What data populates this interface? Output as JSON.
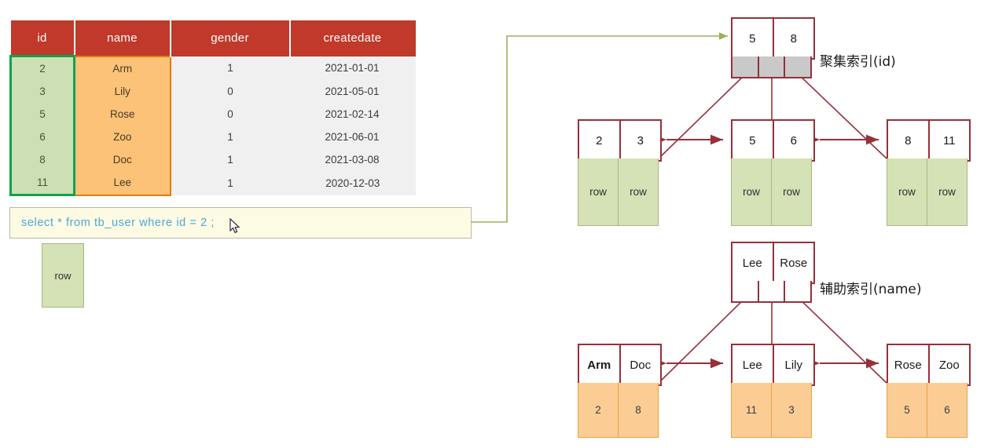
{
  "table": {
    "columns": [
      "id",
      "name",
      "gender",
      "createdate"
    ],
    "rows": [
      [
        "2",
        "Arm",
        "1",
        "2021-01-01"
      ],
      [
        "3",
        "Lily",
        "0",
        "2021-05-01"
      ],
      [
        "5",
        "Rose",
        "0",
        "2021-02-14"
      ],
      [
        "6",
        "Zoo",
        "1",
        "2021-06-01"
      ],
      [
        "8",
        "Doc",
        "1",
        "2021-03-08"
      ],
      [
        "11",
        "Lee",
        "1",
        "2020-12-03"
      ]
    ],
    "highlight_id_color": "#0ea34a",
    "highlight_name_color": "#e07b17",
    "header_color": "#c0392b"
  },
  "sql": {
    "text": "select * from tb_user where id = 2 ;",
    "box_color": "#fdfbe4",
    "text_color": "#4aa8d8"
  },
  "result": {
    "row_label": "row"
  },
  "clustered_index": {
    "label": "聚集索引(id)",
    "root": {
      "keys": [
        "5",
        "8"
      ],
      "pointers": 3
    },
    "leaves": [
      {
        "keys": [
          "2",
          "3"
        ],
        "payload": [
          "row",
          "row"
        ]
      },
      {
        "keys": [
          "5",
          "6"
        ],
        "payload": [
          "row",
          "row"
        ]
      },
      {
        "keys": [
          "8",
          "11"
        ],
        "payload": [
          "row",
          "row"
        ]
      }
    ]
  },
  "secondary_index": {
    "label": "辅助索引(name)",
    "root": {
      "keys": [
        "Lee",
        "Rose"
      ],
      "pointers": 3
    },
    "leaves": [
      {
        "keys": [
          "Arm",
          "Doc"
        ],
        "payload": [
          "2",
          "8"
        ]
      },
      {
        "keys": [
          "Lee",
          "Lily"
        ],
        "payload": [
          "11",
          "3"
        ]
      },
      {
        "keys": [
          "Rose",
          "Zoo"
        ],
        "payload": [
          "5",
          "6"
        ]
      }
    ]
  },
  "colors": {
    "node_border": "#96303a",
    "leaf_link_arrow": "#96303a",
    "query_connector": "#9eaf5c",
    "pointer_fill": "#c9c9c9"
  }
}
